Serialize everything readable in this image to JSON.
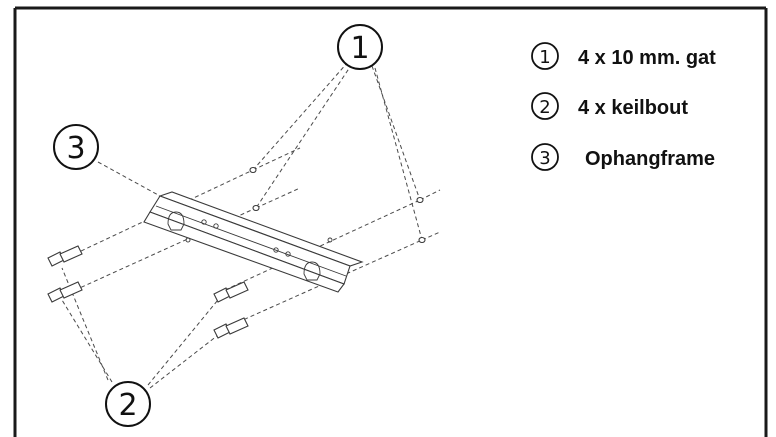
{
  "callouts": {
    "one": "1",
    "two": "2",
    "three": "3"
  },
  "legend": [
    {
      "number": "1",
      "text": "4 x 10 mm. gat"
    },
    {
      "number": "2",
      "text": "4 x keilbout"
    },
    {
      "number": "3",
      "text": "Ophangframe"
    }
  ]
}
